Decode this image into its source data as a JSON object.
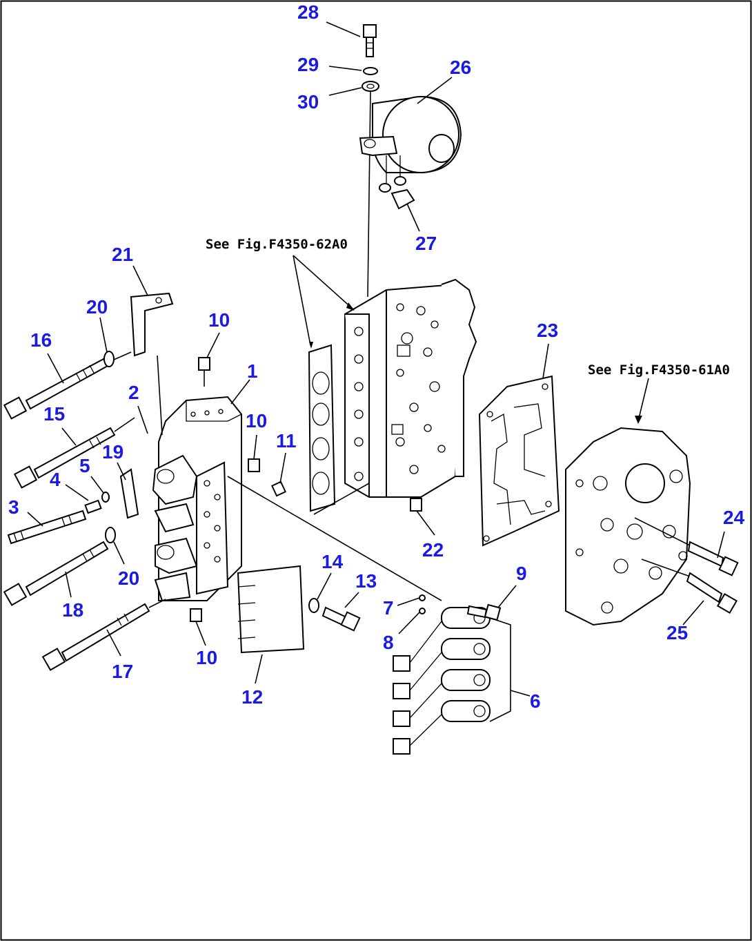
{
  "colors": {
    "callout": "#1a1ae6",
    "line": "#000000",
    "background": "#ffffff"
  },
  "references": [
    {
      "id": "ref-62a0",
      "text": "See Fig.F4350-62A0"
    },
    {
      "id": "ref-61a0",
      "text": "See Fig.F4350-61A0"
    }
  ],
  "callouts": [
    {
      "id": "c28",
      "label": "28"
    },
    {
      "id": "c29",
      "label": "29"
    },
    {
      "id": "c30",
      "label": "30"
    },
    {
      "id": "c26",
      "label": "26"
    },
    {
      "id": "c27",
      "label": "27"
    },
    {
      "id": "c21",
      "label": "21"
    },
    {
      "id": "c20a",
      "label": "20"
    },
    {
      "id": "c16",
      "label": "16"
    },
    {
      "id": "c10a",
      "label": "10"
    },
    {
      "id": "c1",
      "label": "1"
    },
    {
      "id": "c2",
      "label": "2"
    },
    {
      "id": "c15",
      "label": "15"
    },
    {
      "id": "c10b",
      "label": "10"
    },
    {
      "id": "c11",
      "label": "11"
    },
    {
      "id": "c19",
      "label": "19"
    },
    {
      "id": "c5",
      "label": "5"
    },
    {
      "id": "c4",
      "label": "4"
    },
    {
      "id": "c3",
      "label": "3"
    },
    {
      "id": "c20b",
      "label": "20"
    },
    {
      "id": "c18",
      "label": "18"
    },
    {
      "id": "c14",
      "label": "14"
    },
    {
      "id": "c13",
      "label": "13"
    },
    {
      "id": "c10c",
      "label": "10"
    },
    {
      "id": "c17",
      "label": "17"
    },
    {
      "id": "c12",
      "label": "12"
    },
    {
      "id": "c22",
      "label": "22"
    },
    {
      "id": "c23",
      "label": "23"
    },
    {
      "id": "c9",
      "label": "9"
    },
    {
      "id": "c7",
      "label": "7"
    },
    {
      "id": "c8",
      "label": "8"
    },
    {
      "id": "c6",
      "label": "6"
    },
    {
      "id": "c24",
      "label": "24"
    },
    {
      "id": "c25",
      "label": "25"
    }
  ]
}
